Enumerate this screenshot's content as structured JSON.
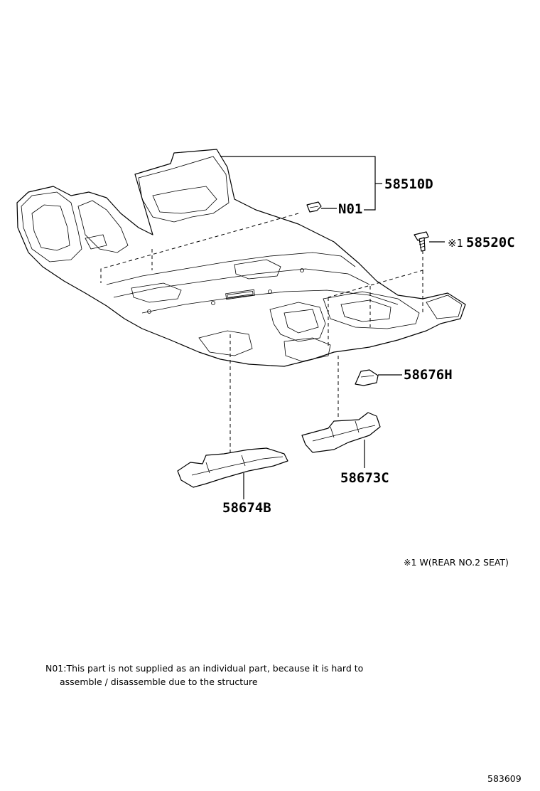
{
  "parts": {
    "p58510D": "58510D",
    "pN01": "N01",
    "p58520C_mark": "※1",
    "p58520C": "58520C",
    "p58676H": "58676H",
    "p58673C": "58673C",
    "p58674B": "58674B"
  },
  "notes": {
    "condition": "※1 W(REAR NO.2 SEAT)",
    "n01_line1": "N01:This part is not supplied as an individual part, because it is hard to",
    "n01_line2": "assemble / disassemble due to the structure"
  },
  "figure_id": "583609"
}
